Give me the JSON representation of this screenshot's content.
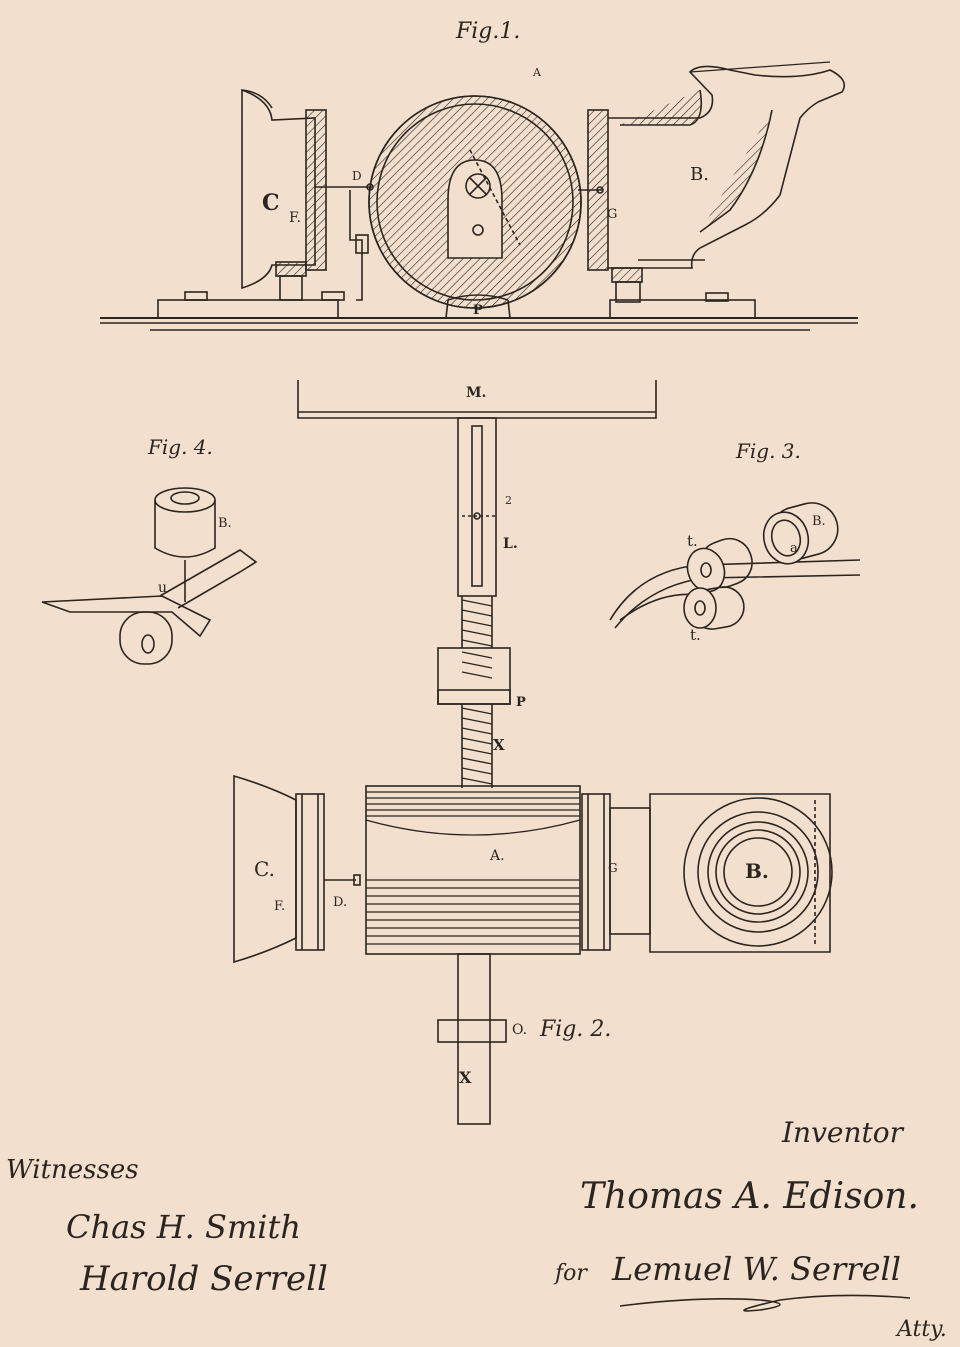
{
  "figures": {
    "fig1": "Fig.1.",
    "fig2": "Fig. 2.",
    "fig3": "Fig. 3.",
    "fig4": "Fig. 4."
  },
  "labels": {
    "A_small": "A",
    "A": "A.",
    "B": "B.",
    "C": "C",
    "C_dot": "C.",
    "D": "D",
    "D_dot": "D.",
    "F": "F.",
    "G": "G",
    "P": "P",
    "M": "M.",
    "two": "2",
    "L": "L.",
    "X": "X",
    "O": "O.",
    "t": "t.",
    "t2": "t.",
    "u": "u",
    "a": "a"
  },
  "signatures": {
    "witnesses_heading": "Witnesses",
    "witness1": "Chas H. Smith",
    "witness2": "Harold Serrell",
    "inventor_heading": "Inventor",
    "inventor": "Thomas A. Edison.",
    "for": "for",
    "attorney": "Lemuel W. Serrell",
    "atty": "Atty."
  },
  "colors": {
    "paper": "#f3dfcd",
    "ink": "#2a2521"
  }
}
